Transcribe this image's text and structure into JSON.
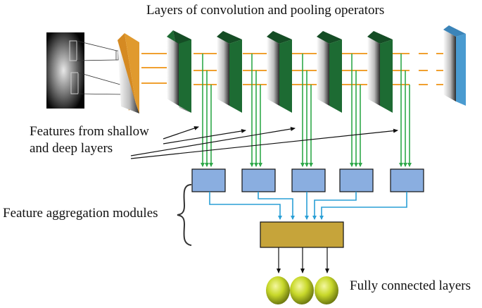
{
  "labels": {
    "title": "Layers of convolution and pooling  operators",
    "features_line1": "Features from shallow",
    "features_line2": "and deep layers",
    "aggregation": "Feature aggregation modules",
    "fully_connected": "Fully connected layers"
  },
  "colors": {
    "first_layer_edge": "#e09a2e",
    "conv_layer_edge": "#1d6b33",
    "last_layer_edge": "#4a9bd0",
    "orange_connections": "#f0a030",
    "green_arrows": "#2fa84a",
    "aggregation_module_fill": "#8aaee0",
    "blue_arrows": "#2a9fd6",
    "fusion_block_fill": "#c6a43a",
    "fc_neuron": "#c8d82a"
  },
  "counts": {
    "conv_layers": 5,
    "aggregation_modules": 5,
    "fc_neurons": 3
  }
}
